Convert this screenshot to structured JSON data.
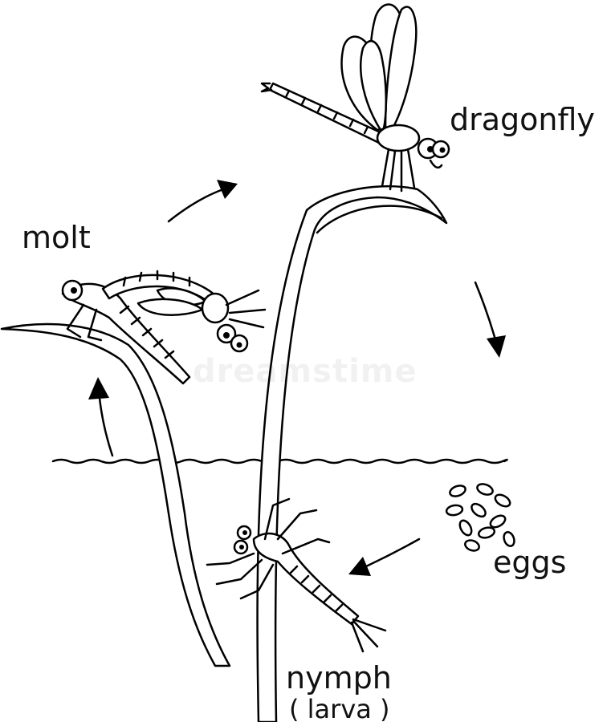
{
  "diagram": {
    "stages": {
      "adult": "dragonfly",
      "molt": "molt",
      "eggs": "eggs",
      "nymph": "nymph",
      "larva": "( larva )"
    },
    "watermark": "dreamstime"
  }
}
